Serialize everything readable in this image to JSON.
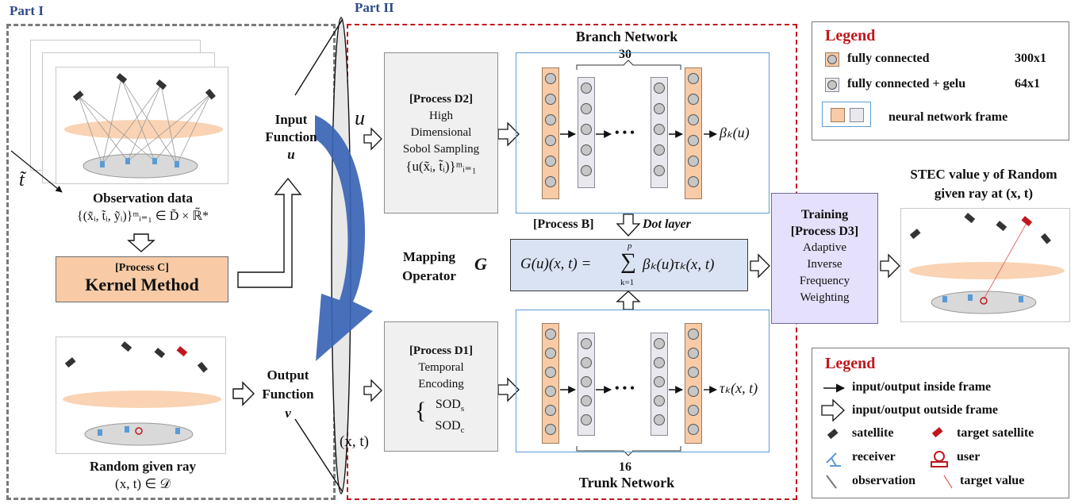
{
  "part1": {
    "label": "Part I"
  },
  "part2": {
    "label": "Part II"
  },
  "observation": {
    "time_symbol": "t̃",
    "caption": "Observation data",
    "set": "{(x̃ᵢ, t̃ᵢ, ỹᵢ)}ᵐᵢ₌₁ ∈ D̃ × ℝ̃*"
  },
  "process_c": {
    "tag": "[Process C]",
    "title": "Kernel Method"
  },
  "random_ray": {
    "caption": "Random given ray",
    "set": "(x, t) ∈ 𝒟"
  },
  "input_function": {
    "line1": "Input",
    "line2": "Function",
    "symbol": "u"
  },
  "output_function": {
    "line1": "Output",
    "line2": "Function",
    "symbol": "v"
  },
  "u_symbol": "u",
  "xt_symbol": "(x, t)",
  "branch": {
    "title": "Branch Network",
    "width_label": "30",
    "output": "βₖ(u)",
    "process": {
      "tag": "[Process D2]",
      "l1": "High",
      "l2": "Dimensional",
      "l3": "Sobol Sampling",
      "l4": "{u(x̃ᵢ, t̃ᵢ)}ᵐᵢ₌₁"
    }
  },
  "trunk": {
    "title": "Trunk Network",
    "width_label": "16",
    "output": "τₖ(x, t)",
    "process": {
      "tag": "[Process D1]",
      "l1": "Temporal",
      "l2": "Encoding",
      "l3": "SOD",
      "l3sub": "s",
      "l4": "SOD",
      "l4sub": "c"
    }
  },
  "ellipsis": "• • •",
  "process_b": {
    "tag": "[Process  B]",
    "dot": "Dot layer"
  },
  "mapping": {
    "line1": "Mapping",
    "line2": "Operator",
    "symbol": "G",
    "formula_lhs": "G(u)(x, t) =",
    "sum_top": "p",
    "sum_sign": "∑",
    "sum_bottom": "k=1",
    "formula_rhs": "βₖ(u)τₖ(x, t)"
  },
  "training": {
    "l1": "Training",
    "l2": "[Process D3]",
    "l3": "Adaptive",
    "l4": "Inverse",
    "l5": "Frequency",
    "l6": "Weighting"
  },
  "stec": {
    "line1": "STEC value y of Random",
    "line2": "given ray at (x, t)"
  },
  "legend1": {
    "title": "Legend",
    "fc": "fully connected",
    "fc_size": "300x1",
    "fc_gelu": "fully connected + gelu",
    "fc_gelu_size": "64x1",
    "frame": "neural network frame"
  },
  "legend2": {
    "title": "Legend",
    "inside": "input/output inside frame",
    "outside": "input/output outside frame",
    "satellite": "satellite",
    "target_satellite": "target satellite",
    "receiver": "receiver",
    "user": "user",
    "observation": "observation",
    "target_value": "target value"
  },
  "colors": {
    "orange": "#f8cba6",
    "gray": "#e8e8ee",
    "frame_blue": "#5b9bd5",
    "red": "#c0171d",
    "part_blue": "#2e4a86",
    "mapping_fill": "#dae3f3",
    "training_fill": "#e5e0fb"
  },
  "icons": [
    "satellite-icon",
    "target-satellite-icon",
    "receiver-icon",
    "user-icon",
    "observation-line-icon",
    "target-value-line-icon"
  ]
}
